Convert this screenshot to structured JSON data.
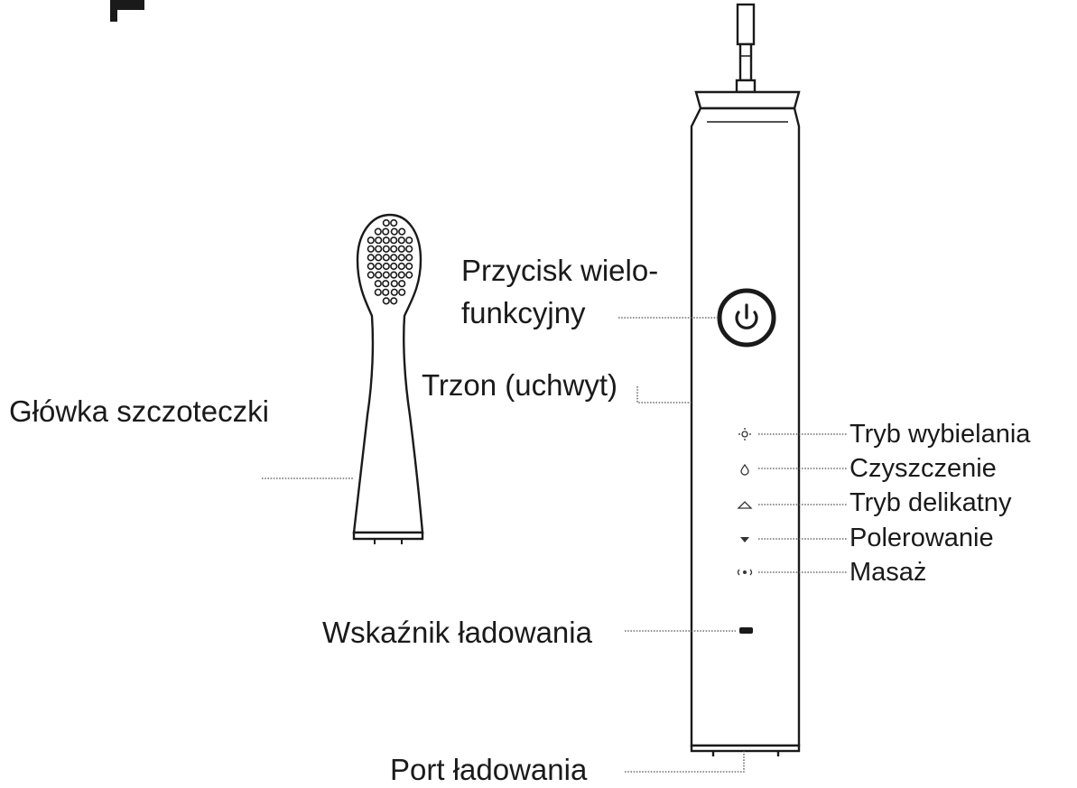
{
  "labels": {
    "brush_head": "Główka szczoteczki",
    "button_line1": "Przycisk wielo-",
    "button_line2": "funkcyjny",
    "shaft": "Trzon (uchwyt)",
    "charge_indicator": "Wskaźnik ładowania",
    "charge_port": "Port ładowania"
  },
  "modes": [
    {
      "label": "Tryb wybielania",
      "icon": "sun-icon"
    },
    {
      "label": "Czyszczenie",
      "icon": "drop-icon"
    },
    {
      "label": "Tryb delikatny",
      "icon": "cloud-icon"
    },
    {
      "label": "Polerowanie",
      "icon": "diamond-icon"
    },
    {
      "label": "Masaż",
      "icon": "vibration-icon"
    }
  ],
  "icons": {
    "power_button": "power-icon"
  },
  "colors": {
    "line": "#1a1a1a",
    "background": "#ffffff"
  }
}
